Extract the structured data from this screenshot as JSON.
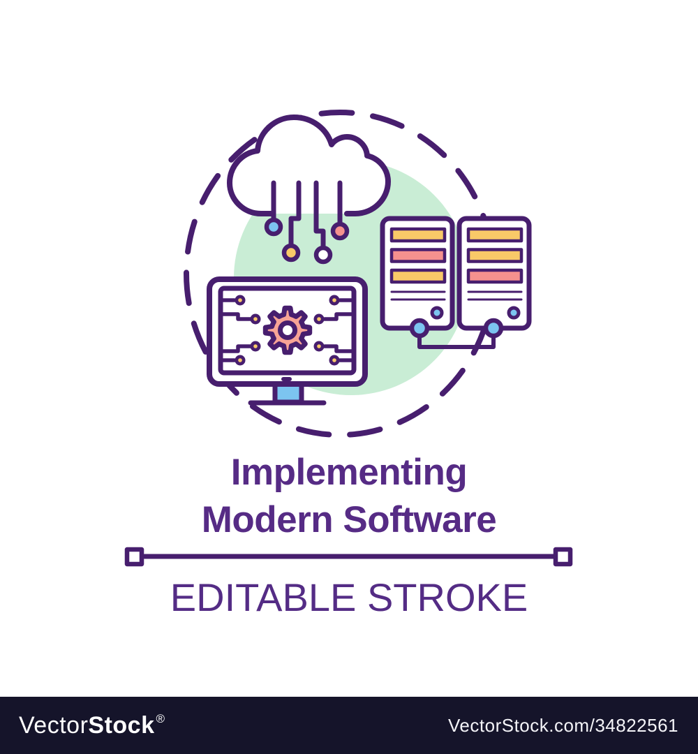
{
  "page": {
    "background": "#FFFFFF"
  },
  "illustration": {
    "description": "Implementing modern software concept icon: cloud computing, circuit monitor with gear, connected server racks inside dashed circle",
    "icons": [
      {
        "name": "cloud-computing-icon"
      },
      {
        "name": "circuit-monitor-icon"
      },
      {
        "name": "gear-icon"
      },
      {
        "name": "server-rack-icon"
      },
      {
        "name": "dashed-orbit-circle"
      },
      {
        "name": "divider-stroke"
      }
    ],
    "colors": {
      "outline": "#471E6E",
      "mint": "#C9EDD5",
      "yellow": "#F9C968",
      "pink": "#F5918E",
      "salmon": "#F7A396",
      "blue": "#7CC4F0",
      "white": "#FFFFFF"
    }
  },
  "title": {
    "line1": "Implementing",
    "line2": "Modern Software",
    "color": "#562B85"
  },
  "subtitle": {
    "label": "EDITABLE STROKE",
    "color": "#542C85"
  },
  "watermark": {
    "bar_color": "#15142A",
    "text_color": "#FFFFFF",
    "brand_light": "Vector",
    "brand_bold": "Stock",
    "registered": "®",
    "image_ref": "VectorStock.com/34822561"
  }
}
